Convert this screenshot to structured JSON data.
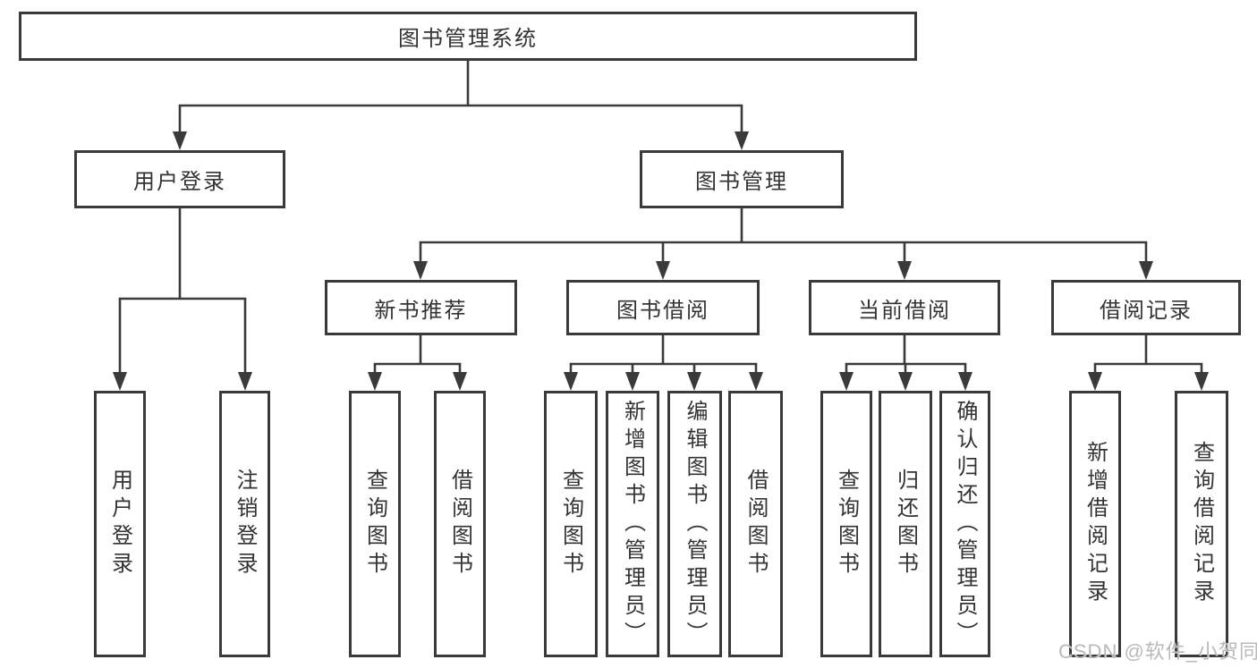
{
  "diagram_type": "hierarchy-tree",
  "colors": {
    "line": "#3a3a3a",
    "text": "#333333",
    "box_background": "#ffffff",
    "watermark": "#b9b9b9"
  },
  "tree": {
    "label": "图书管理系统",
    "children": [
      {
        "label": "用户登录",
        "children": [
          {
            "label": "用户登录"
          },
          {
            "label": "注销登录"
          }
        ]
      },
      {
        "label": "图书管理",
        "children": [
          {
            "label": "新书推荐",
            "children": [
              {
                "label": "查询图书"
              },
              {
                "label": "借阅图书"
              }
            ]
          },
          {
            "label": "图书借阅",
            "children": [
              {
                "label": "查询图书"
              },
              {
                "label": "新增图书（管理员）"
              },
              {
                "label": "编辑图书（管理员）"
              },
              {
                "label": "借阅图书"
              }
            ]
          },
          {
            "label": "当前借阅",
            "children": [
              {
                "label": "查询图书"
              },
              {
                "label": "归还图书"
              },
              {
                "label": "确认归还（管理员）"
              }
            ]
          },
          {
            "label": "借阅记录",
            "children": [
              {
                "label": "新增借阅记录"
              },
              {
                "label": "查询借阅记录"
              }
            ]
          }
        ]
      }
    ]
  },
  "watermark": {
    "text": "CSDN @软件_小贺同学"
  }
}
